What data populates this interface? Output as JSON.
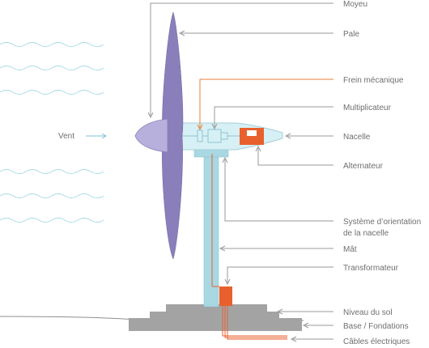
{
  "labels": {
    "moyeu": "Moyeu",
    "pale": "Pale",
    "frein": "Frein mécanique",
    "multiplicateur": "Multiplicateur",
    "nacelle": "Nacelle",
    "alternateur": "Alternateur",
    "orientation_1": "Système d’orientation",
    "orientation_2": "de la nacelle",
    "mat": "Mât",
    "transformateur": "Transformateur",
    "niveau_sol": "Niveau du sol",
    "base": "Base / Fondations",
    "cables": "Câbles électriques",
    "vent": "Vent"
  },
  "colors": {
    "blade": "#8a7fba",
    "hub": "#b7b0dc",
    "nacelle": "#d7f0f5",
    "tower": "#a8d8e2",
    "accent": "#e8602c",
    "foundation": "#a3a3a3",
    "wave": "#a9dbe6",
    "leader": "#9a9a9a",
    "text": "#6f6f6f"
  }
}
